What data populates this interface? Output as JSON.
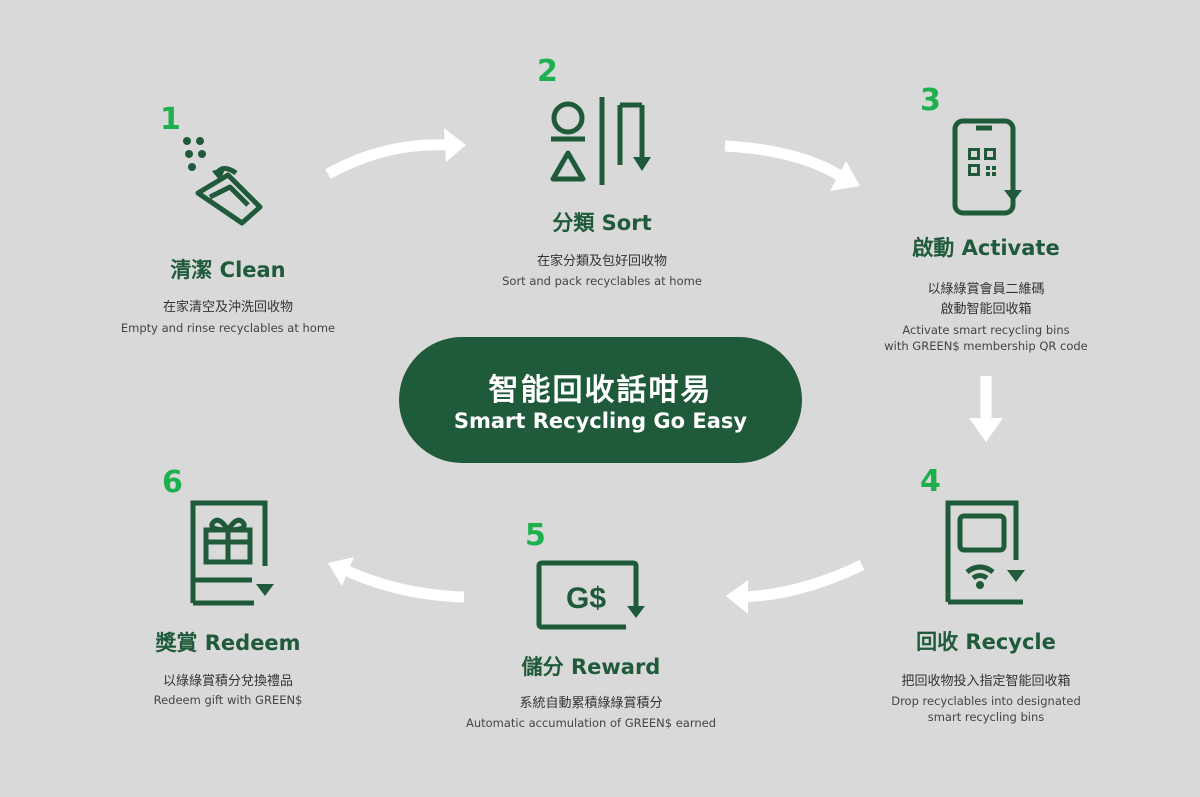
{
  "center": {
    "title_zh": "智能回收話咁易",
    "title_en": "Smart Recycling Go Easy"
  },
  "steps": [
    {
      "number": "1",
      "title": "清潔 Clean",
      "desc_zh": "在家清空及沖洗回收物",
      "desc_en": "Empty and rinse recyclables at home",
      "icon": "bottle-rinse-icon"
    },
    {
      "number": "2",
      "title": "分類 Sort",
      "desc_zh": "在家分類及包好回收物",
      "desc_en": "Sort and pack recyclables at home",
      "icon": "sort-icon"
    },
    {
      "number": "3",
      "title": "啟動 Activate",
      "desc_zh": "以綠綠賞會員二維碼",
      "desc_zh2": "啟動智能回收箱",
      "desc_en": "Activate smart recycling bins",
      "desc_en2": "with GREEN$ membership QR code",
      "icon": "phone-qr-icon"
    },
    {
      "number": "4",
      "title": "回收 Recycle",
      "desc_zh": "把回收物投入指定智能回收箱",
      "desc_en": "Drop recyclables into designated",
      "desc_en2": "smart recycling bins",
      "icon": "smart-bin-icon"
    },
    {
      "number": "5",
      "title": "儲分 Reward",
      "desc_zh": "系統自動累積綠綠賞積分",
      "desc_en": "Automatic accumulation of GREEN$ earned",
      "icon": "green-dollar-card-icon",
      "icon_text": "G$"
    },
    {
      "number": "6",
      "title": "獎賞 Redeem",
      "desc_zh": "以綠綠賞積分兌換禮品",
      "desc_en": "Redeem gift with GREEN$",
      "icon": "gift-redeem-icon"
    }
  ],
  "colors": {
    "background": "#d9d9d9",
    "dark_green": "#1f5a3a",
    "bright_green": "#1db04d",
    "arrow": "#ffffff"
  }
}
